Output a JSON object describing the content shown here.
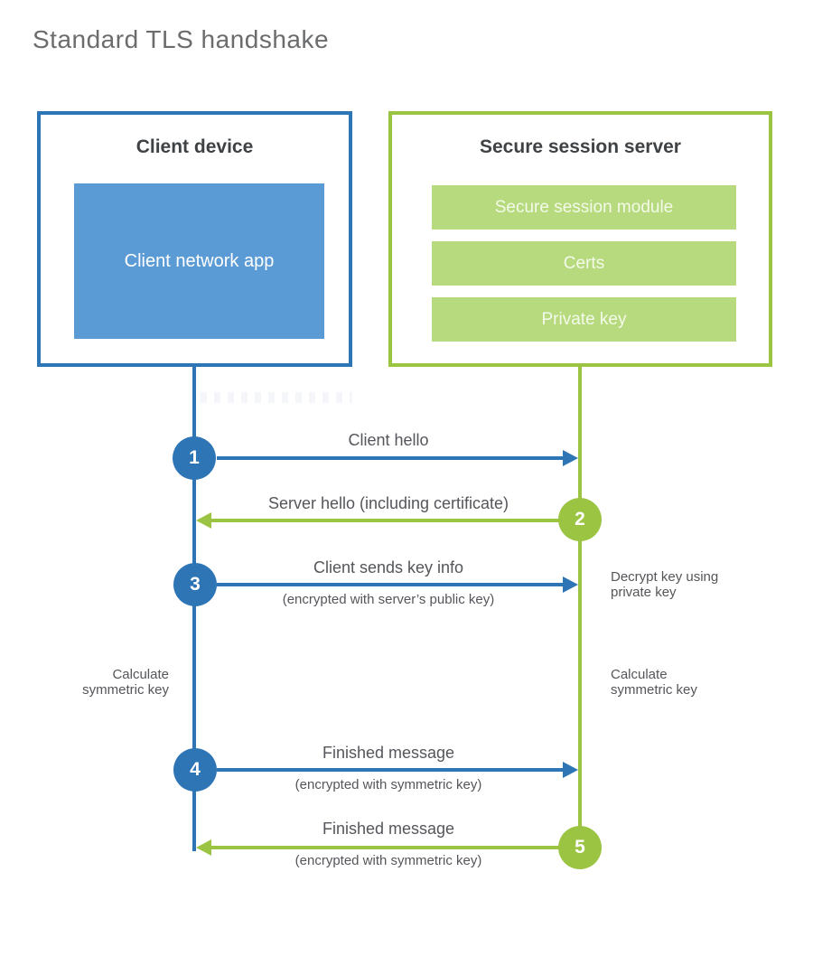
{
  "title": "Standard TLS handshake",
  "client": {
    "header": "Client device",
    "app_label": "Client network app"
  },
  "server": {
    "header": "Secure session server",
    "modules": [
      "Secure session module",
      "Certs",
      "Private key"
    ]
  },
  "steps": [
    {
      "num": "1",
      "label": "Client hello",
      "sub": "",
      "direction": "client-to-server"
    },
    {
      "num": "2",
      "label": "Server hello (including certificate)",
      "sub": "",
      "direction": "server-to-client"
    },
    {
      "num": "3",
      "label": "Client sends key info",
      "sub": "(encrypted with server’s public key)",
      "direction": "client-to-server"
    },
    {
      "num": "4",
      "label": "Finished message",
      "sub": "(encrypted with symmetric key)",
      "direction": "client-to-server"
    },
    {
      "num": "5",
      "label": "Finished message",
      "sub": "(encrypted with symmetric key)",
      "direction": "server-to-client"
    }
  ],
  "notes": {
    "decrypt": "Decrypt key using\nprivate key",
    "calc_left": "Calculate\nsymmetric key",
    "calc_right": "Calculate\nsymmetric key"
  },
  "colors": {
    "client_accent": "#2e75b6",
    "client_fill": "#5b9bd5",
    "server_accent": "#9cc443",
    "server_fill": "#b6da7d",
    "text_dark": "#3f4245",
    "text_gray": "#54565b"
  }
}
